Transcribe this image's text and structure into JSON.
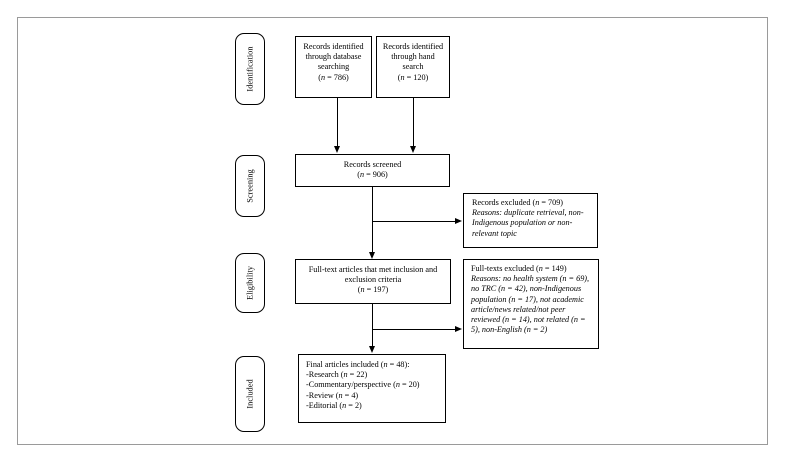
{
  "stages": {
    "identification": "Identification",
    "screening": "Screening",
    "eligibility": "Eligibility",
    "included": "Included"
  },
  "boxes": {
    "database": {
      "line1": "Records identified",
      "line2": "through database",
      "line3": "searching",
      "line4_pre": "(",
      "line4_n": "n",
      "line4_post": " = 786)"
    },
    "hand": {
      "line1": "Records identified",
      "line2": "through hand",
      "line3": "search",
      "line4_pre": "(",
      "line4_n": "n",
      "line4_post": " = 120)"
    },
    "screened": {
      "line1": "Records screened",
      "line2_pre": "(",
      "line2_n": "n",
      "line2_post": " = 906)"
    },
    "excluded": {
      "line1_pre": "Records excluded (",
      "line1_n": "n",
      "line1_post": " = 709)",
      "reasons": "Reasons: duplicate retrieval, non-Indigenous population or non-relevant topic"
    },
    "fulltext": {
      "line1": "Full-text articles that met inclusion and",
      "line2": "exclusion criteria",
      "line3_pre": "(",
      "line3_n": "n",
      "line3_post": " = 197)"
    },
    "fulltext_excluded": {
      "line1_pre": "Full-texts excluded (",
      "line1_n": "n",
      "line1_post": " = 149)",
      "reasons": "Reasons: no health system (n = 69), no TRC (n = 42), non-Indigenous population (n = 17), not academic article/news related/not peer reviewed (n = 14), not related (n = 5), non-English (n = 2)"
    },
    "final": {
      "line1_pre": "Final articles included (",
      "line1_n": "n",
      "line1_post": " = 48):",
      "items": [
        {
          "pre": "-Research (",
          "n": "n",
          "post": " = 22)"
        },
        {
          "pre": "-Commentary/perspective (",
          "n": "n",
          "post": " = 20)"
        },
        {
          "pre": "-Review (",
          "n": "n",
          "post": " = 4)"
        },
        {
          "pre": "-Editorial (",
          "n": "n",
          "post": " = 2)"
        }
      ]
    }
  }
}
